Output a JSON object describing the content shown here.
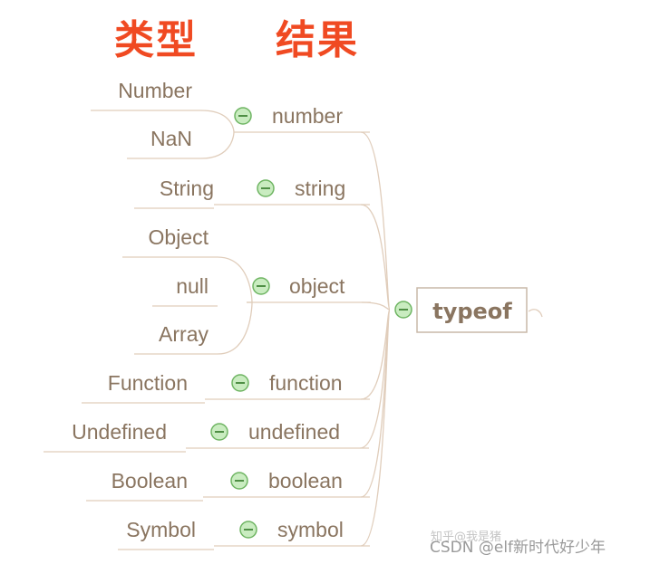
{
  "headers": {
    "type_col": "类型",
    "result_col": "结果"
  },
  "root": {
    "label": "typeof"
  },
  "results": [
    {
      "label": "number",
      "types": [
        "Number",
        "NaN"
      ]
    },
    {
      "label": "string",
      "types": [
        "String"
      ]
    },
    {
      "label": "object",
      "types": [
        "Object",
        "null",
        "Array"
      ]
    },
    {
      "label": "function",
      "types": [
        "Function"
      ]
    },
    {
      "label": "undefined",
      "types": [
        "Undefined"
      ]
    },
    {
      "label": "boolean",
      "types": [
        "Boolean"
      ]
    },
    {
      "label": "symbol",
      "types": [
        "Symbol"
      ]
    }
  ],
  "watermark": {
    "faint": "知乎@我是猪",
    "main": "CSDN @elf新时代好少年"
  },
  "colors": {
    "header": "#f04a22",
    "text": "#8a7560",
    "line": "#e0cdbb",
    "collapse_fill": "#c9ecc0",
    "collapse_stroke": "#6fb563",
    "collapse_minus": "#4f8f45",
    "root_border": "#c9b9a8",
    "watermark": "#9a9a9a"
  }
}
